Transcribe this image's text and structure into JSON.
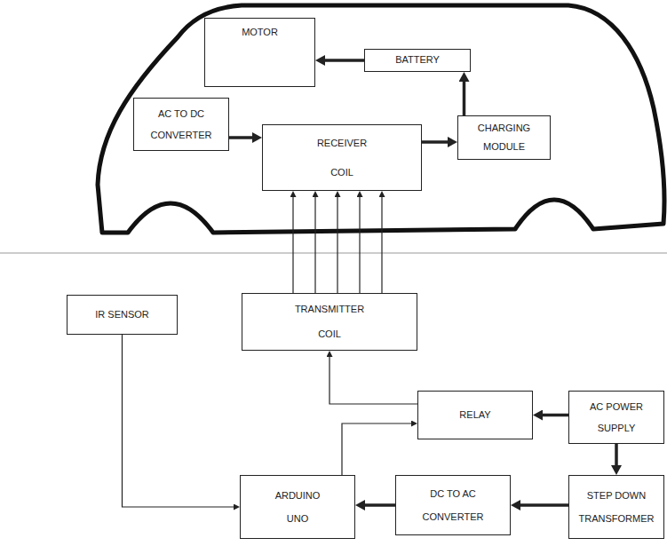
{
  "diagram": {
    "nodes": [
      {
        "text": [
          "MOTOR"
        ]
      },
      {
        "text": [
          "BATTERY"
        ]
      },
      {
        "text": [
          "AC TO DC CONVERTER"
        ]
      },
      {
        "text": [
          "CHARGING MODULE"
        ]
      },
      {
        "text": [
          "RECEIVER COIL"
        ]
      },
      {
        "text": [
          "IR SENSOR"
        ]
      },
      {
        "text": [
          "TRANSMITTER COIL"
        ]
      },
      {
        "text": [
          "RELAY"
        ]
      },
      {
        "text": [
          "AC POWER SUPPLY"
        ]
      },
      {
        "text": [
          "ARDUINO UNO"
        ]
      },
      {
        "text": [
          "DC TO AC CONVERTER"
        ]
      },
      {
        "text": [
          "STEP DOWN TRANSFORMER"
        ]
      }
    ],
    "edges": [
      {
        "from": 1,
        "to": 0,
        "arrow": "to"
      },
      {
        "from": 3,
        "to": 1,
        "arrow": "to"
      },
      {
        "from": 2,
        "to": 4,
        "arrow": "to"
      },
      {
        "from": 4,
        "to": 3,
        "arrow": "to"
      },
      {
        "from": 6,
        "to": 4,
        "arrow": "to"
      },
      {
        "from": 6,
        "to": 4,
        "arrow": "to"
      },
      {
        "from": 6,
        "to": 4,
        "arrow": "to"
      },
      {
        "from": 6,
        "to": 4,
        "arrow": "to"
      },
      {
        "from": 6,
        "to": 4,
        "arrow": "to"
      },
      {
        "from": 5,
        "to": 9,
        "arrow": "to"
      },
      {
        "from": 7,
        "to": 6,
        "arrow": "to"
      },
      {
        "from": 8,
        "to": 7,
        "arrow": "to"
      },
      {
        "from": 8,
        "to": 11,
        "arrow": "to"
      },
      {
        "from": 11,
        "to": 10,
        "arrow": "to"
      },
      {
        "from": 10,
        "to": 9,
        "arrow": "to"
      },
      {
        "from": 9,
        "to": 7,
        "arrow": "to"
      }
    ]
  }
}
